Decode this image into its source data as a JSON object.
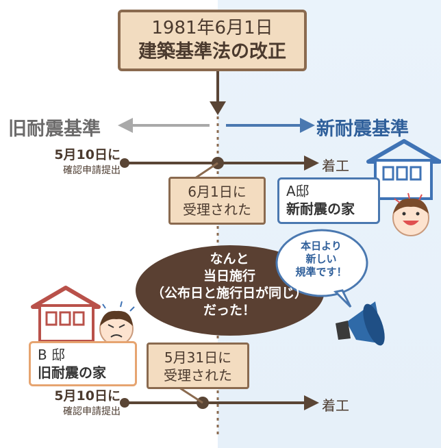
{
  "header": {
    "date_line": "1981年6月1日",
    "title": "建築基準法の改正"
  },
  "standards": {
    "old": "旧耐震基準",
    "new": "新耐震基準"
  },
  "case_a": {
    "applied_date": "5月10日に",
    "applied_text": "確認申請提出",
    "received_line1": "6月1日に",
    "received_line2": "受理された",
    "start": "着工",
    "house_name": "A邸",
    "house_type": "新耐震の家"
  },
  "case_b": {
    "applied_date": "5月10日に",
    "applied_text": "確認申請提出",
    "received_line1": "5月31日に",
    "received_line2": "受理された",
    "start": "着工",
    "house_name": "B 邸",
    "house_type": "旧耐震の家"
  },
  "callout": {
    "line1": "なんと",
    "line2": "当日施行",
    "line3": "（公布日と施行日が同じ）",
    "line4": "だった！"
  },
  "speech": {
    "line1": "本日より",
    "line2": "新しい",
    "line3": "規準です！"
  },
  "colors": {
    "brown": "#5a4535",
    "box_fill": "#f2dcc0",
    "blue": "#2f5f9a",
    "old_gray": "#6b6a6a"
  }
}
